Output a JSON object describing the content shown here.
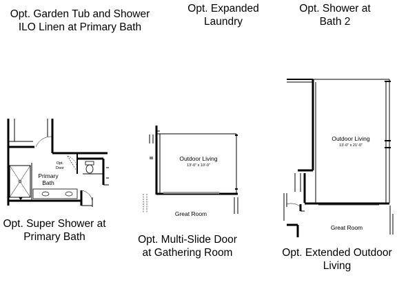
{
  "captions": {
    "garden_tub": "Opt. Garden Tub and Shower\nILO Linen at Primary Bath",
    "expanded_laundry": "Opt. Expanded\nLaundry",
    "shower_bath2": "Opt. Shower at\nBath 2",
    "super_shower": "Opt. Super Shower at\nPrimary Bath",
    "multi_slide": "Opt. Multi-Slide Door\nat Gathering Room",
    "extended_outdoor": "Opt. Extended Outdoor\nLiving"
  },
  "plans": {
    "super_shower": {
      "room_label": "Primary\nBath",
      "door_label": "Opt.\nDoor"
    },
    "multi_slide": {
      "room_label": "Outdoor Living",
      "dimension": "13'-0\" x 10'-0\"",
      "lower_label": "Great Room"
    },
    "extended_outdoor": {
      "room_label": "Outdoor Living",
      "dimension": "13'-0\" x 21'-0\"",
      "lower_label": "Great Room"
    }
  }
}
